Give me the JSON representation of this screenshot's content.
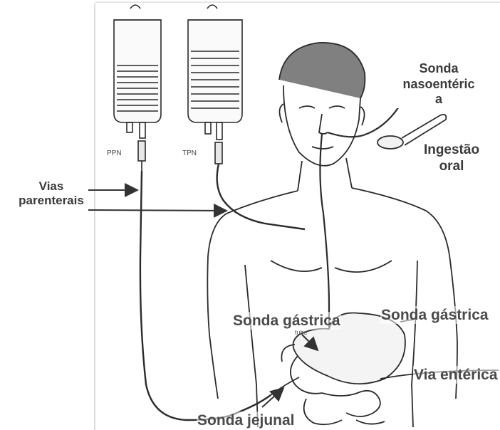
{
  "labels": {
    "vias_line1": "Vias",
    "vias_line2": "parenterais",
    "sonda_naso_line1": "Sonda",
    "sonda_naso_line2": "nasoentéric",
    "sonda_naso_line3": "a",
    "ingestao_line1": "Ingestão",
    "ingestao_line2": "oral",
    "sonda_gastrica_center": "Sonda gástrica",
    "sonda_gastrica_right": "Sonda gástrica",
    "via_enterica": "Via entérica",
    "sonda_jejunal": "Sonda jejunal",
    "bag_left_tag": "PPN",
    "bag_right_tag": "TPN",
    "tube_small_label": "tube"
  },
  "colors": {
    "label_text": "#3a3a3a",
    "arrow": "#333333",
    "sketch": "#2b2b2b"
  }
}
